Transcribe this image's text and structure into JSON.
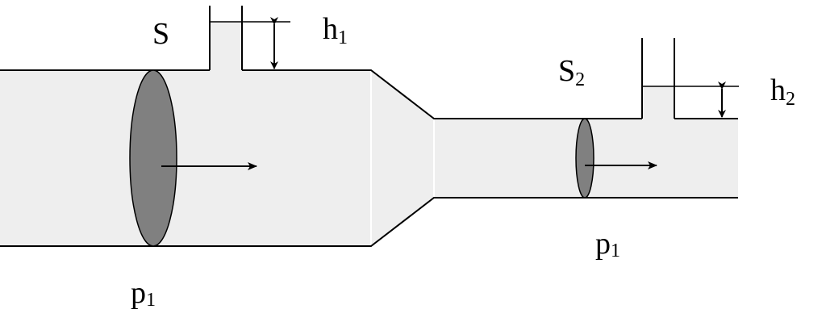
{
  "labels": {
    "s_left": "S",
    "h1": {
      "base": "h",
      "sub": "1"
    },
    "s2": {
      "base": "S",
      "sub": "2"
    },
    "h2": {
      "base": "h",
      "sub": "2"
    },
    "p_right": {
      "base": "p",
      "sub": "1"
    },
    "p_left": {
      "base": "p",
      "sub": "1"
    }
  },
  "colors": {
    "pipe_fill": "#eeeeee",
    "cross_section": "#808080",
    "stroke": "#000000",
    "background": "#ffffff"
  }
}
